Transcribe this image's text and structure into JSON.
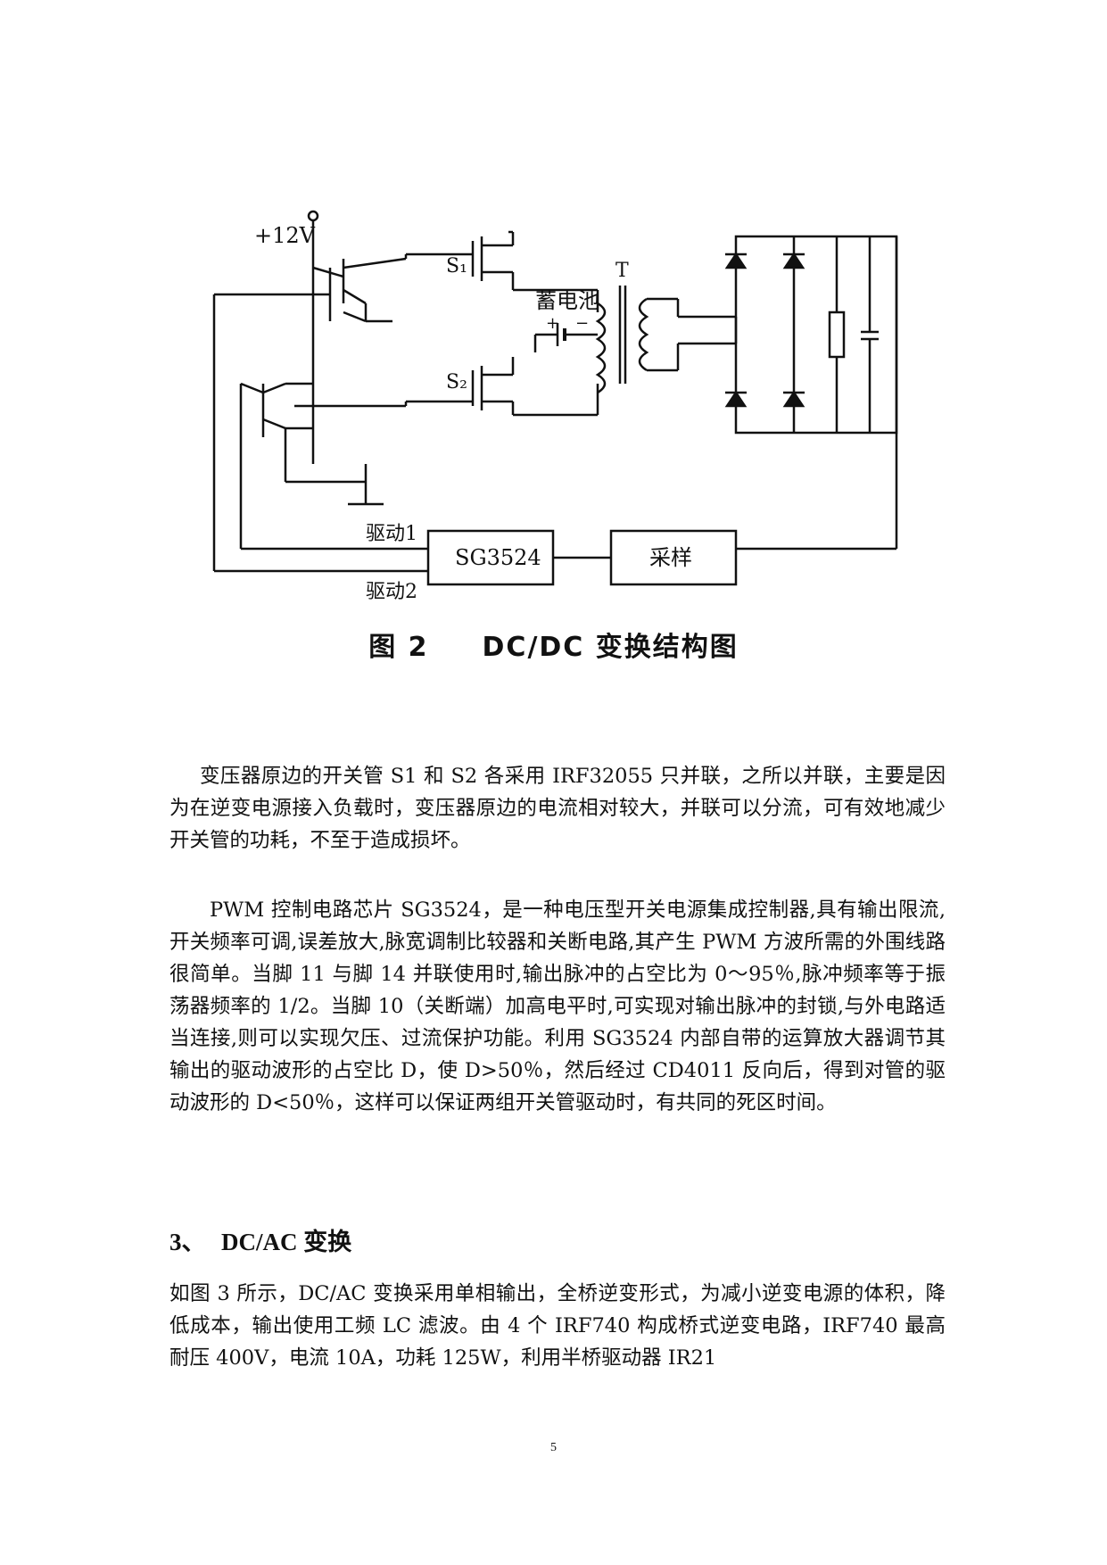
{
  "figure": {
    "labels": {
      "supply": "+12V",
      "s1": "S₁",
      "s2": "S₂",
      "battery": "蓄电池",
      "battery_plus": "+",
      "battery_minus": "−",
      "transformer": "T",
      "drive1": "驱动1",
      "drive2": "驱动2",
      "controller": "SG3524",
      "sampling": "采样"
    },
    "caption_number": "图 2",
    "caption_title": "DC/DC 变换结构图"
  },
  "paragraphs": [
    "变压器原边的开关管 S1 和 S2 各采用 IRF32055 只并联，之所以并联，主要是因为在逆变电源接入负载时，变压器原边的电流相对较大，并联可以分流，可有效地减少开关管的功耗，不至于造成损坏。",
    "PWM 控制电路芯片 SG3524，是一种电压型开关电源集成控制器,具有输出限流,开关频率可调,误差放大,脉宽调制比较器和关断电路,其产生 PWM 方波所需的外围线路很简单。当脚 11 与脚 14 并联使用时,输出脉冲的占空比为 0～95％,脉冲频率等于振荡器频率的 1/2。当脚 10（关断端）加高电平时,可实现对输出脉冲的封锁,与外电路适当连接,则可以实现欠压、过流保护功能。利用 SG3524 内部自带的运算放大器调节其输出的驱动波形的占空比 D，使 D>50％，然后经过 CD4011 反向后，得到对管的驱动波形的 D<50％，这样可以保证两组开关管驱动时，有共同的死区时间。"
  ],
  "section": {
    "number": "3、",
    "title": "DC/AC 变换"
  },
  "section_paragraph": "如图 3 所示，DC/AC 变换采用单相输出，全桥逆变形式，为减小逆变电源的体积，降低成本，输出使用工频 LC 滤波。由 4 个 IRF740 构成桥式逆变电路，IRF740 最高耐压 400V，电流 10A，功耗 125W，利用半桥驱动器 IR21",
  "page_number": "5"
}
